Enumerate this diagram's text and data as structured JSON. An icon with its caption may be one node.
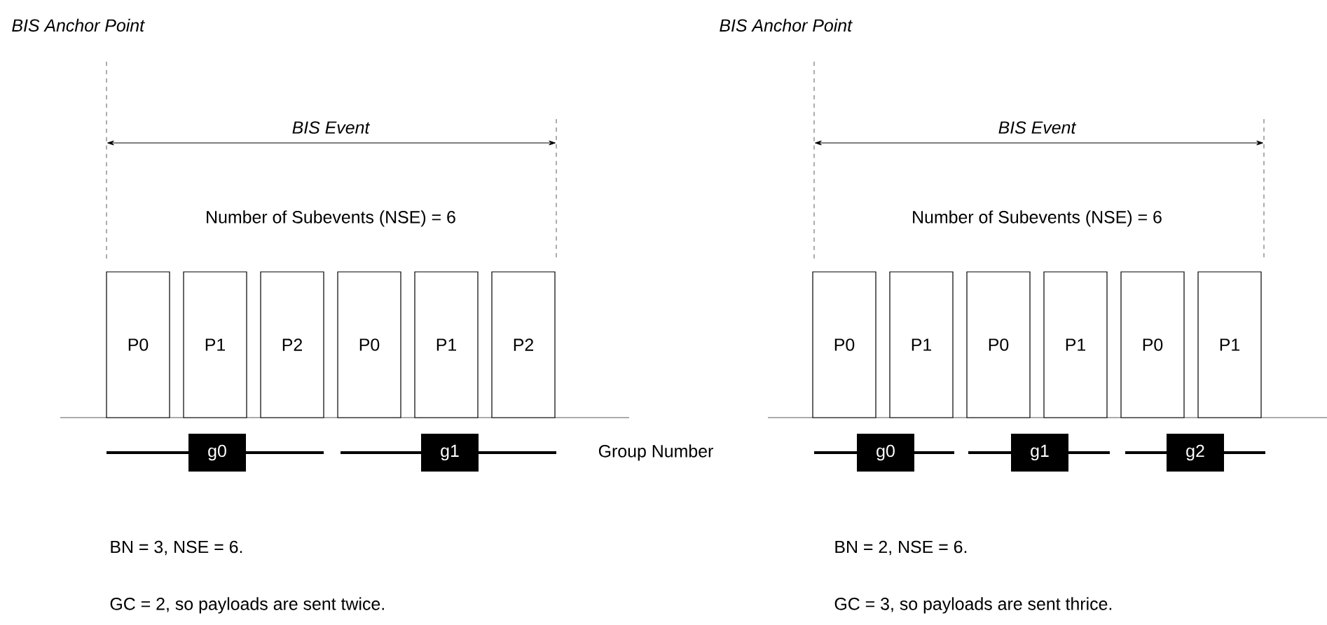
{
  "diagram": {
    "nodes": [
      {
        "text": [
          "P0"
        ]
      },
      {
        "text": [
          "P1"
        ]
      },
      {
        "text": [
          "P2"
        ]
      },
      {
        "text": [
          "P0"
        ]
      },
      {
        "text": [
          "P1"
        ]
      },
      {
        "text": [
          "P2"
        ]
      },
      {
        "text": [
          "P0"
        ]
      },
      {
        "text": [
          "P1"
        ]
      },
      {
        "text": [
          "P0"
        ]
      },
      {
        "text": [
          "P1"
        ]
      },
      {
        "text": [
          "P0"
        ]
      },
      {
        "text": [
          "P1"
        ]
      },
      {
        "text": [
          "g0"
        ]
      },
      {
        "text": [
          "g1"
        ]
      },
      {
        "text": [
          "g0"
        ]
      },
      {
        "text": [
          "g1"
        ]
      },
      {
        "text": [
          "g2"
        ]
      }
    ],
    "labels": [
      "BIS Anchor Point",
      "BIS Anchor Point",
      "BIS Event",
      "BIS Event",
      "Number of Subevents (NSE) = 6",
      "Number of Subevents (NSE) = 6",
      "Group Number",
      "BN = 3, NSE = 6.",
      "BN = 2, NSE = 6.",
      "GC = 2, so payloads are sent twice.",
      "GC = 3, so payloads are sent thrice."
    ]
  }
}
